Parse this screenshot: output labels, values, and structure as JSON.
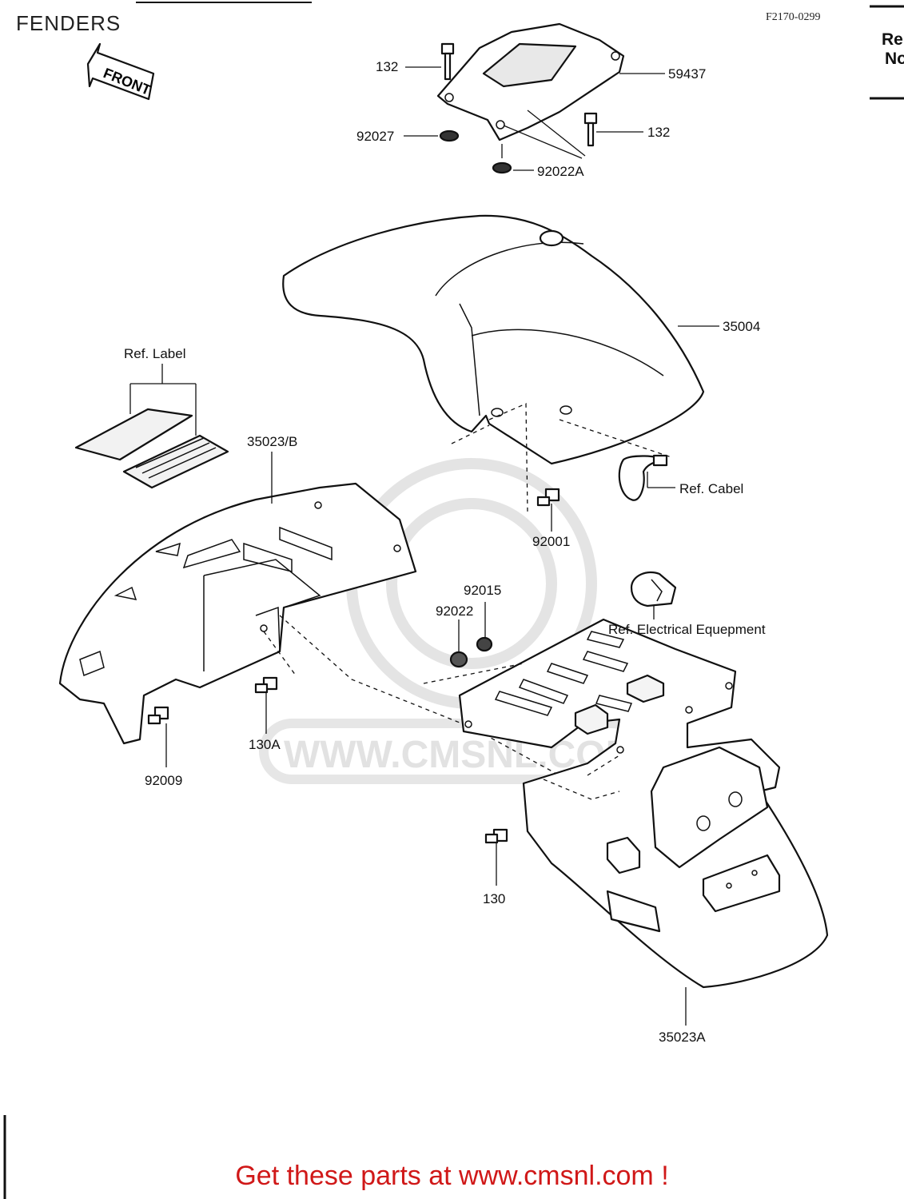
{
  "header": {
    "title": "FENDERS",
    "drawing_code": "F2170-0299",
    "corner_line1": "Re",
    "corner_line2": "No"
  },
  "front_arrow": "FRONT",
  "watermark": "WWW.CMSNL.COM",
  "callouts": {
    "c132_top": "132",
    "c59437": "59437",
    "c92027": "92027",
    "c132_right": "132",
    "c92022A": "92022A",
    "c35004": "35004",
    "ref_label": "Ref. Label",
    "c35023B": "35023/B",
    "ref_cabel": "Ref. Cabel",
    "c92001": "92001",
    "c92015": "92015",
    "c92022": "92022",
    "ref_electrical": "Ref. Electrical Equepment",
    "c130A": "130A",
    "c92009": "92009",
    "c130": "130",
    "c35023A": "35023A"
  },
  "footer": {
    "text": "Get these parts at www.cmsnl.com !",
    "color": "#d01818"
  }
}
